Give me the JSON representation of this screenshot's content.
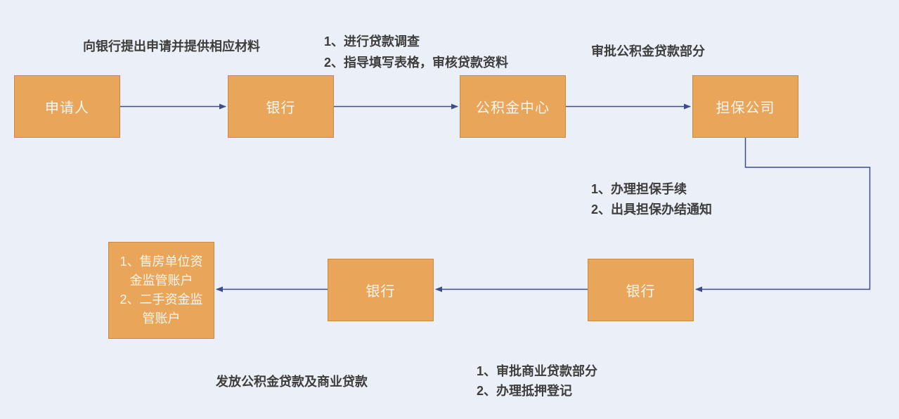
{
  "diagram": {
    "title_implicit": "",
    "colors": {
      "background": "#EBEFF7",
      "node_fill": "#E9A65A",
      "node_border": "#C98C3F",
      "node_text": "#FAF6EE",
      "connector": "#3F4C8C",
      "annotation_text": "#3D3D3D"
    },
    "nodes": {
      "applicant": {
        "label": "申请人"
      },
      "bank_top": {
        "label": "银行"
      },
      "fund_center": {
        "label": "公积金中心"
      },
      "guarantee_company": {
        "label": "担保公司"
      },
      "bank_right": {
        "label": "银行"
      },
      "bank_middle": {
        "label": "银行"
      },
      "supervision_accounts": {
        "lines": [
          "1、售房单位资",
          "金监管账户",
          "2、二手资金监",
          "管账户"
        ]
      }
    },
    "annotations": {
      "apply": {
        "text": "向银行提出申请并提供相应材料"
      },
      "survey": {
        "lines": [
          "1、进行贷款调查",
          "2、指导填写表格，审核贷款资料"
        ]
      },
      "approve_fund": {
        "text": "审批公积金贷款部分"
      },
      "guarantee": {
        "lines": [
          "1、办理担保手续",
          "2、出具担保办结通知"
        ]
      },
      "issue_loans": {
        "text": "发放公积金贷款及商业贷款"
      },
      "approve_commercial": {
        "lines": [
          "1、审批商业贷款部分",
          "2、办理抵押登记"
        ]
      }
    },
    "connections": [
      {
        "from": "applicant",
        "to": "bank_top",
        "label": "向银行提出申请并提供相应材料"
      },
      {
        "from": "bank_top",
        "to": "fund_center",
        "label": "1、进行贷款调查 2、指导填写表格，审核贷款资料"
      },
      {
        "from": "fund_center",
        "to": "guarantee_company",
        "label": "审批公积金贷款部分"
      },
      {
        "from": "guarantee_company",
        "to": "bank_right",
        "label": "1、办理担保手续 2、出具担保办结通知"
      },
      {
        "from": "bank_right",
        "to": "bank_middle",
        "label": "1、审批商业贷款部分 2、办理抵押登记"
      },
      {
        "from": "bank_middle",
        "to": "supervision_accounts",
        "label": "发放公积金贷款及商业贷款"
      }
    ]
  }
}
